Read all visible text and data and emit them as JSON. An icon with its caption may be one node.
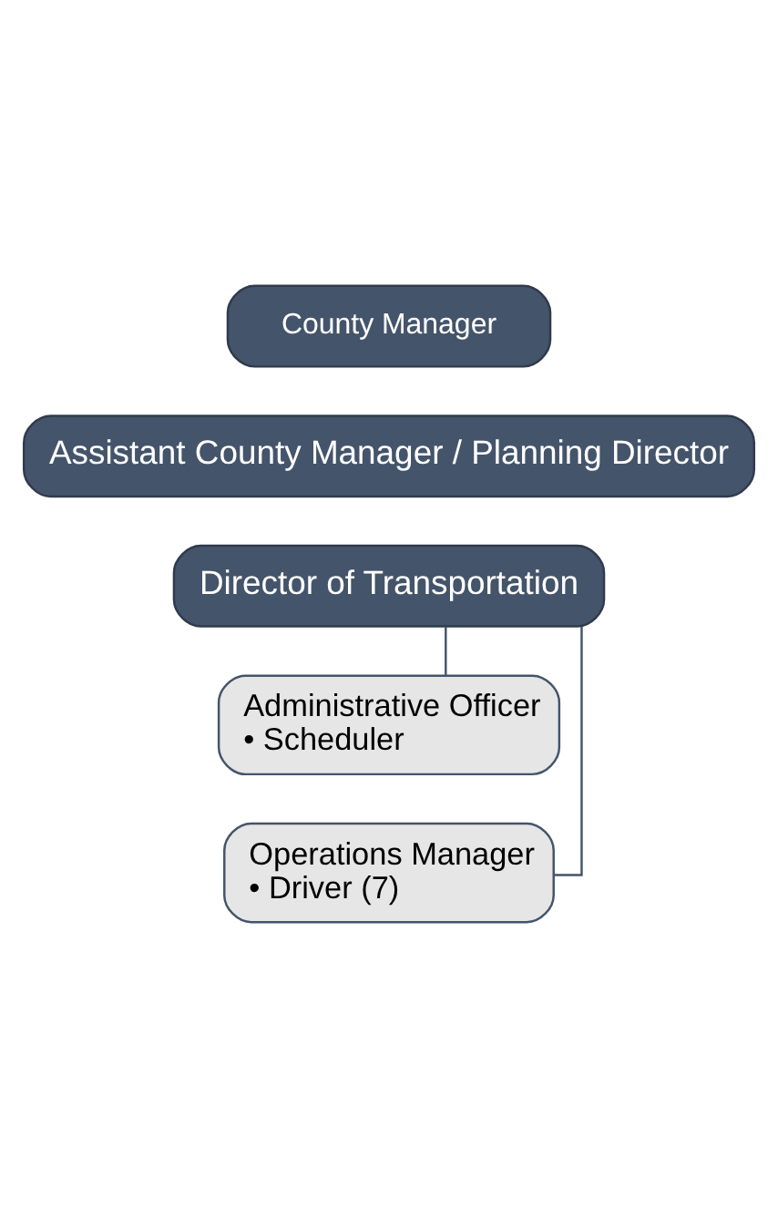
{
  "diagram": {
    "nodes": [
      {
        "text": [
          "County Manager"
        ]
      },
      {
        "text": [
          "Assistant County Manager / Planning Director"
        ]
      },
      {
        "text": [
          "Director of Transportation"
        ]
      },
      {
        "text": [
          "Administrative Officer",
          "• Scheduler"
        ]
      },
      {
        "text": [
          "Operations Manager",
          "• Driver (7)"
        ]
      }
    ],
    "edges": [
      {
        "from": 2,
        "to": 3,
        "arrow": "none"
      },
      {
        "from": 2,
        "to": 4,
        "arrow": "none"
      }
    ]
  }
}
